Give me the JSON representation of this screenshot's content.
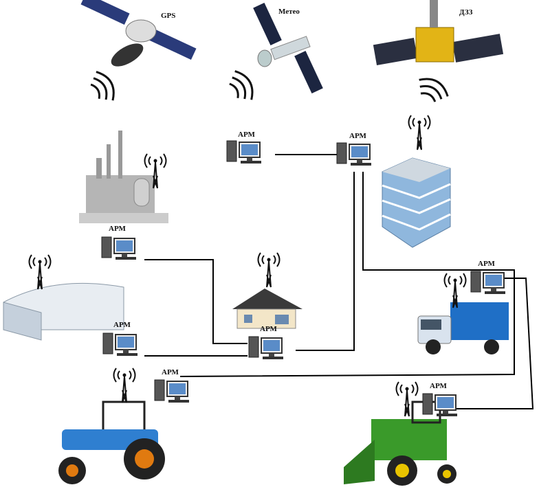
{
  "satellites": {
    "gps": "GPS",
    "meteo": "Метео",
    "dzz": "ДЗЗ"
  },
  "workstations": {
    "top_left": "АРМ",
    "top_right": "АРМ",
    "factory": "АРМ",
    "warehouse": "АРМ",
    "center": "АРМ",
    "tractor": "АРМ",
    "truck": "АРМ",
    "combine": "АРМ"
  },
  "colors": {
    "line": "#000000",
    "tractor": "#2f7fd0",
    "combine": "#3a9a2a",
    "truck": "#1f6fc6",
    "building": "#8fb7dd"
  }
}
